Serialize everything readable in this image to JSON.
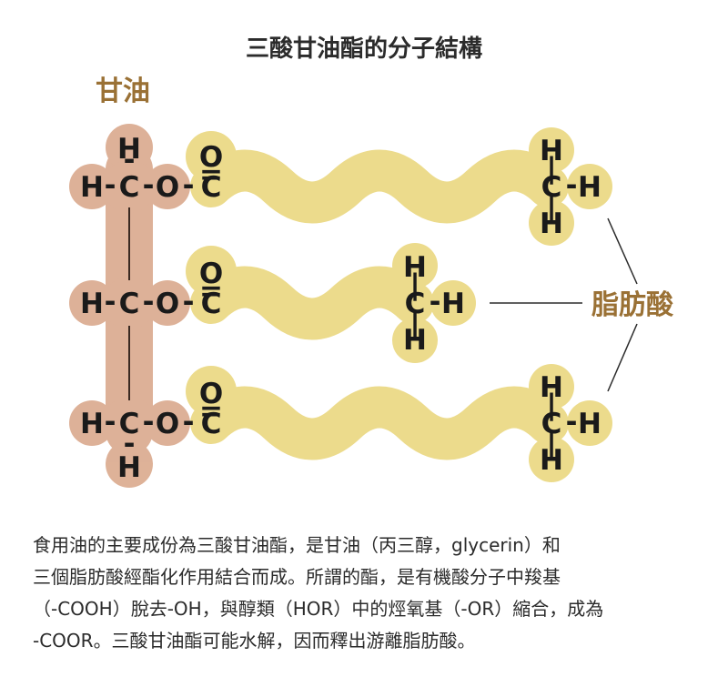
{
  "title": "三酸甘油酯的分子結構",
  "label_glycerol": "甘油",
  "label_fatty_acid": "脂肪酸",
  "colors": {
    "glycerol": "#d9a78a",
    "fatty_acid": "#ecdb8c",
    "label": "#9a7135",
    "text": "#1a1a1a"
  },
  "atoms": {
    "H": "H",
    "C": "C",
    "O": "O",
    "dash": "-",
    "double_bond": "=",
    "vbond": "|"
  },
  "description": [
    "食用油的主要成份為三酸甘油酯，是甘油（丙三醇，glycerin）和",
    "三個脂肪酸經酯化作用結合而成。所謂的酯，是有機酸分子中羧基",
    "（-COOH）脫去-OH，與醇類（HOR）中的烴氧基（-OR）縮合，成為",
    "-COOR。三酸甘油酯可能水解，因而釋出游離脂肪酸。"
  ]
}
